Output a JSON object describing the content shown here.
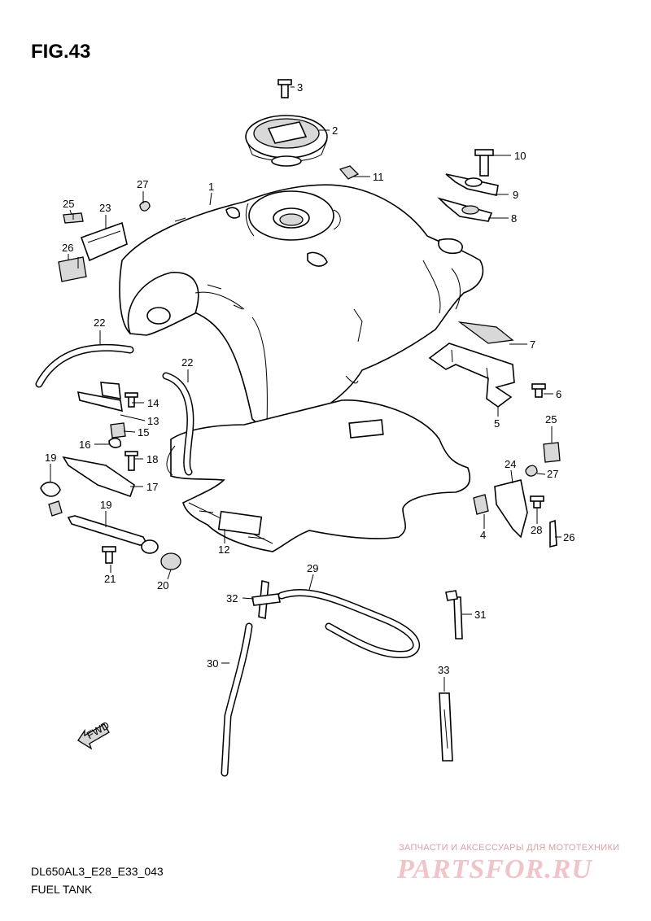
{
  "figure": {
    "title": "FIG.43",
    "code": "DL650AL3_E28_E33_043",
    "name": "FUEL TANK"
  },
  "fwd_arrow": {
    "label": "FWD"
  },
  "watermark": {
    "tagline": "ЗАПЧАСТИ И АКСЕССУАРЫ ДЛЯ МОТОТЕХНИКИ",
    "brand": "PARTSFOR.RU"
  },
  "callouts": [
    {
      "id": "c1",
      "label": "1"
    },
    {
      "id": "c2",
      "label": "2"
    },
    {
      "id": "c3",
      "label": "3"
    },
    {
      "id": "c4",
      "label": "4"
    },
    {
      "id": "c5",
      "label": "5"
    },
    {
      "id": "c6",
      "label": "6"
    },
    {
      "id": "c7",
      "label": "7"
    },
    {
      "id": "c8",
      "label": "8"
    },
    {
      "id": "c9",
      "label": "9"
    },
    {
      "id": "c10",
      "label": "10"
    },
    {
      "id": "c11",
      "label": "11"
    },
    {
      "id": "c12",
      "label": "12"
    },
    {
      "id": "c13",
      "label": "13"
    },
    {
      "id": "c14",
      "label": "14"
    },
    {
      "id": "c15",
      "label": "15"
    },
    {
      "id": "c16",
      "label": "16"
    },
    {
      "id": "c17",
      "label": "17"
    },
    {
      "id": "c18",
      "label": "18"
    },
    {
      "id": "c19",
      "label": "19"
    },
    {
      "id": "c19b",
      "label": "19"
    },
    {
      "id": "c20",
      "label": "20"
    },
    {
      "id": "c21",
      "label": "21"
    },
    {
      "id": "c22a",
      "label": "22"
    },
    {
      "id": "c22b",
      "label": "22"
    },
    {
      "id": "c23",
      "label": "23"
    },
    {
      "id": "c24",
      "label": "24"
    },
    {
      "id": "c25a",
      "label": "25"
    },
    {
      "id": "c25b",
      "label": "25"
    },
    {
      "id": "c26a",
      "label": "26"
    },
    {
      "id": "c26b",
      "label": "26"
    },
    {
      "id": "c27a",
      "label": "27"
    },
    {
      "id": "c27b",
      "label": "27"
    },
    {
      "id": "c28",
      "label": "28"
    },
    {
      "id": "c29",
      "label": "29"
    },
    {
      "id": "c30",
      "label": "30"
    },
    {
      "id": "c31",
      "label": "31"
    },
    {
      "id": "c32",
      "label": "32"
    },
    {
      "id": "c33",
      "label": "33"
    }
  ]
}
